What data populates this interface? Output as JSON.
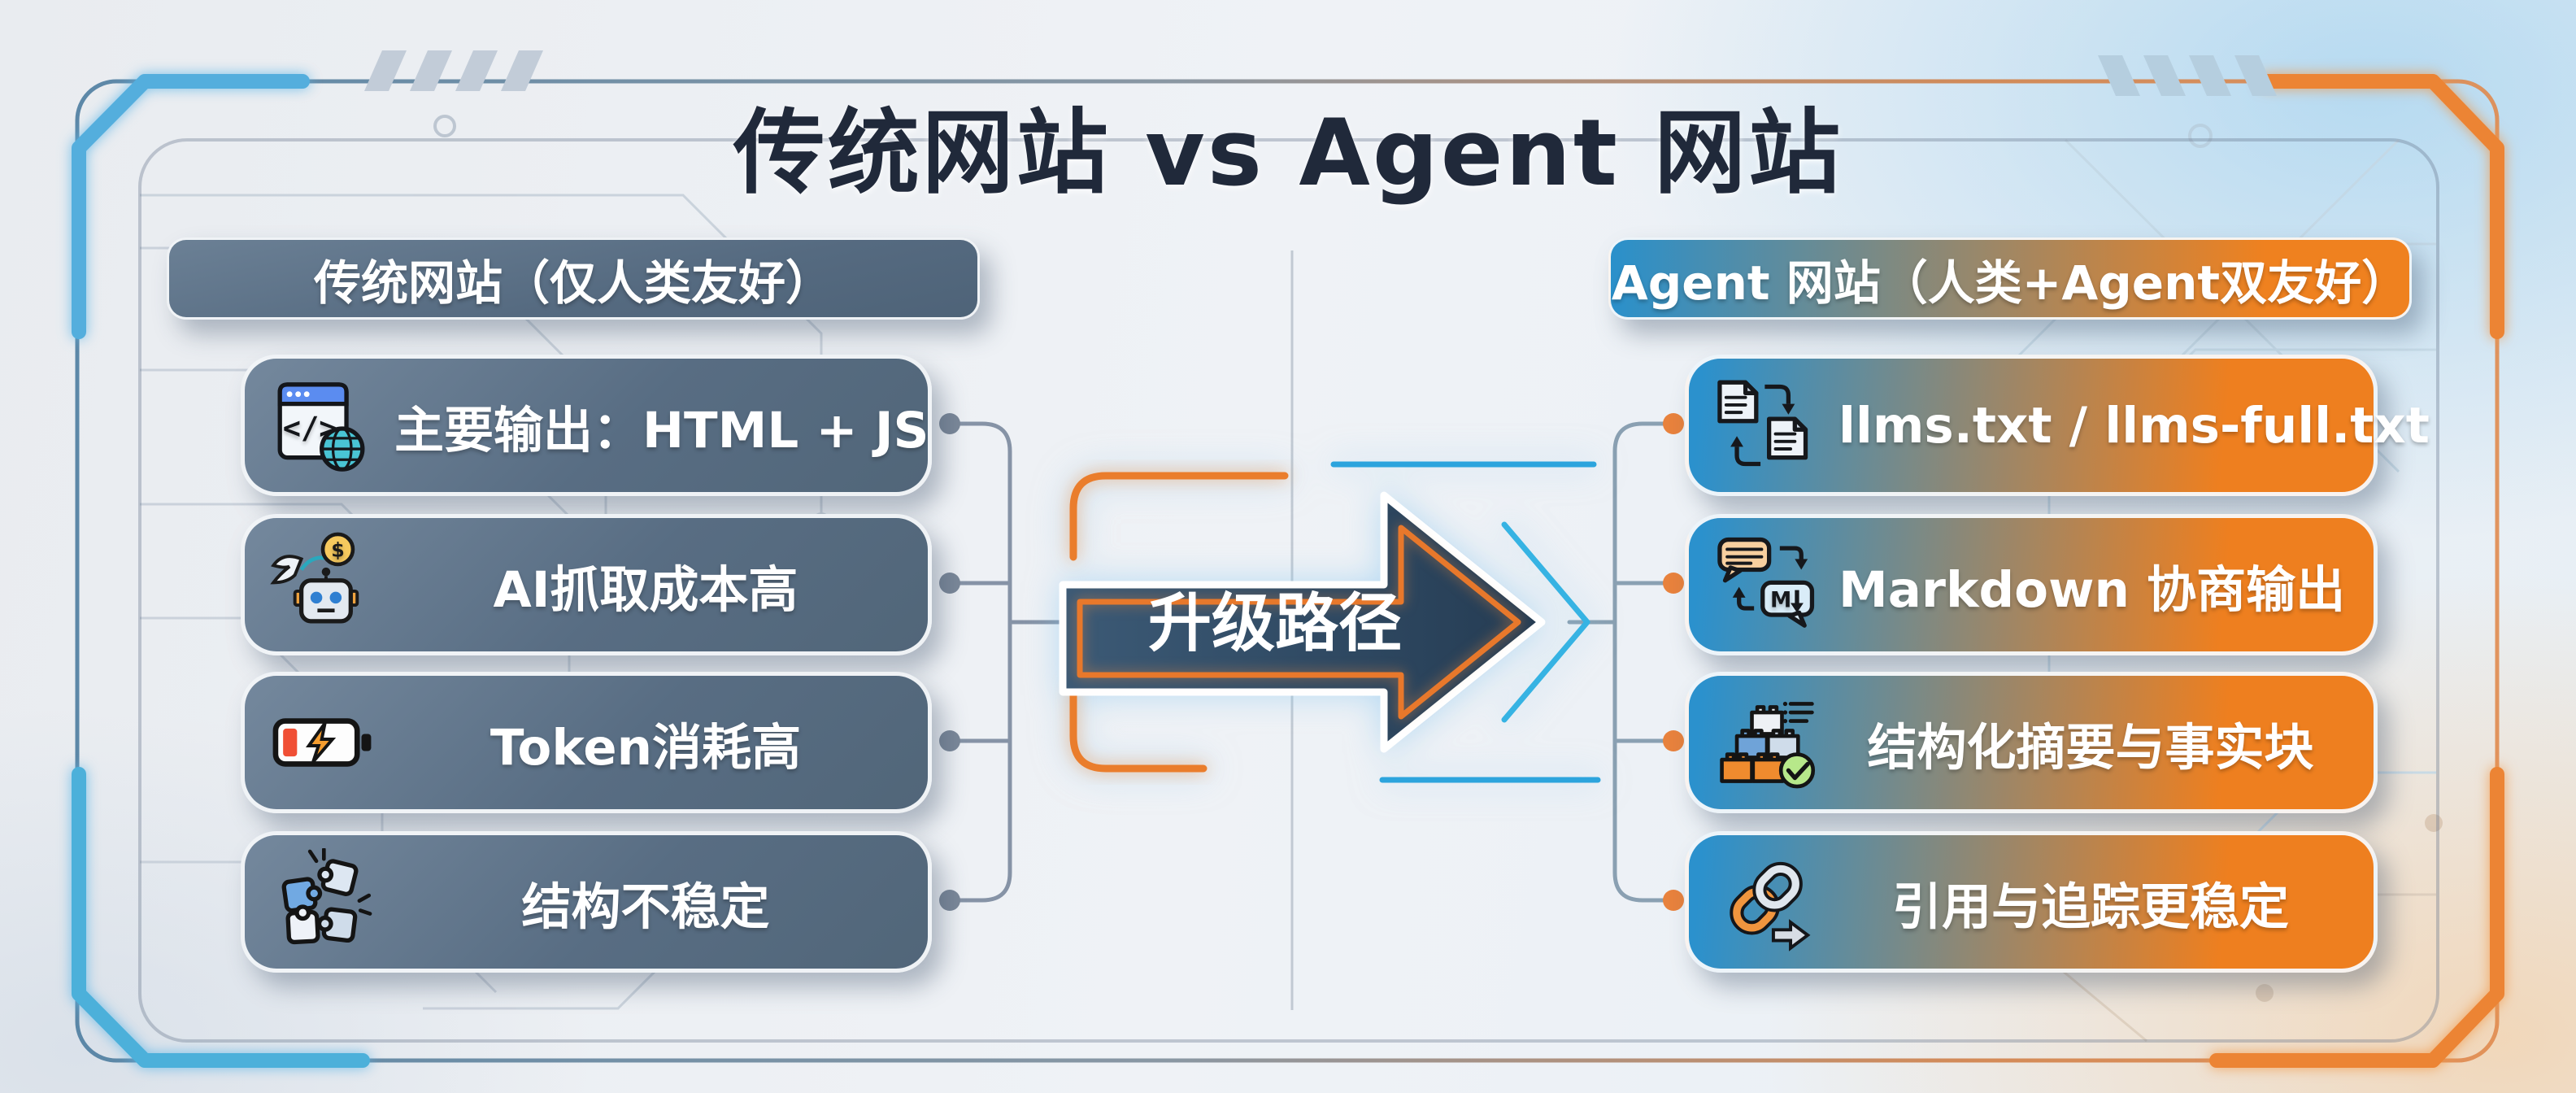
{
  "title": "传统网站 vs Agent 网站",
  "left_column": {
    "header": "传统网站（仅人类友好）",
    "items": [
      {
        "icon": "browser-code-icon",
        "label": "主要输出：HTML + JS"
      },
      {
        "icon": "robot-cost-icon",
        "label": "AI抓取成本高"
      },
      {
        "icon": "battery-low-icon",
        "label": "Token消耗高"
      },
      {
        "icon": "puzzle-broken-icon",
        "label": "结构不稳定"
      }
    ]
  },
  "center": {
    "arrow_label": "升级路径"
  },
  "right_column": {
    "header": "Agent 网站（人类+Agent双友好）",
    "items": [
      {
        "icon": "docs-exchange-icon",
        "label": "llms.txt / llms-full.txt"
      },
      {
        "icon": "markdown-chat-icon",
        "label": "Markdown 协商输出"
      },
      {
        "icon": "blocks-check-icon",
        "label": "结构化摘要与事实块"
      },
      {
        "icon": "link-chain-icon",
        "label": "引用与追踪更稳定"
      }
    ]
  },
  "colors": {
    "title_text": "#20293a",
    "slate_pill": "#5b7085",
    "accent_blue": "#2b91cd",
    "accent_orange": "#ef8120",
    "arrow_fill": "#2c4860",
    "arrow_inner_outline": "#e8782b",
    "arrow_outer_chevron": "#36b3e3",
    "connector_gray": "#8693a6",
    "connector_dot_left": "#7b8899",
    "connector_dot_right": "#e8823d",
    "frame_blue_bracket": "#54aedd",
    "frame_orange_bracket": "#ec8434",
    "background_top_right": "#cfe7f5",
    "background_bottom_right": "#f7e3cf"
  }
}
